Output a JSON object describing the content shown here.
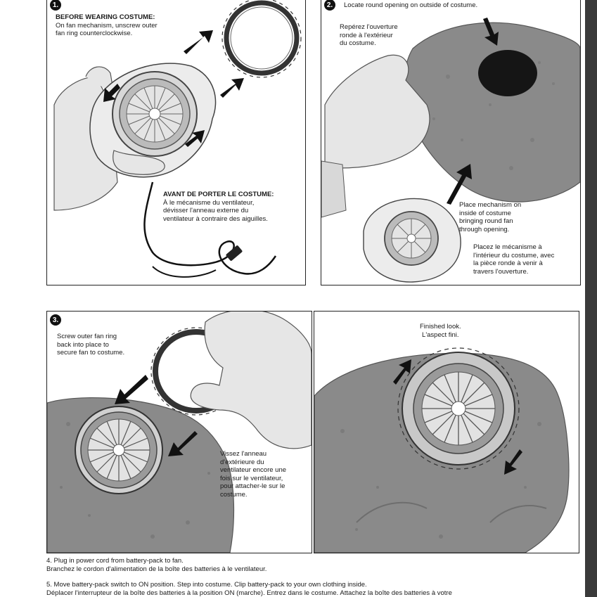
{
  "panels": {
    "p1": {
      "step": "1.",
      "heading_en": "BEFORE WEARING COSTUME:",
      "text_en_1": "On fan mechanism, unscrew outer",
      "text_en_2": "fan ring counterclockwise.",
      "heading_fr": "AVANT DE PORTER LE COSTUME:",
      "text_fr_1": "À le mécanisme du ventilateur,",
      "text_fr_2": "dévisser l'anneau externe du",
      "text_fr_3": "ventilateur à contraire des aiguilles."
    },
    "p2": {
      "step": "2.",
      "text_en_top": "Locate round opening on outside of costume.",
      "text_fr_top_1": "Repérez l'ouverture",
      "text_fr_top_2": "ronde à l'extérieur",
      "text_fr_top_3": "du costume.",
      "text_en_bottom_1": "Place mechanism on",
      "text_en_bottom_2": "inside of costume",
      "text_en_bottom_3": "bringing round fan",
      "text_en_bottom_4": "through opening.",
      "text_fr_bottom_1": "Placez le mécanisme à",
      "text_fr_bottom_2": "l'intérieur du costume, avec",
      "text_fr_bottom_3": "la pièce ronde à venir à",
      "text_fr_bottom_4": "travers l'ouverture."
    },
    "p3": {
      "step": "3.",
      "text_en_1": "Screw outer fan ring",
      "text_en_2": "back into place to",
      "text_en_3": "secure fan to costume.",
      "text_fr_1": "Vissez l'anneau",
      "text_fr_2": "d'extérieure du",
      "text_fr_3": "ventilateur encore une",
      "text_fr_4": "fois sur le ventilateur,",
      "text_fr_5": "pour attacher-le sur le",
      "text_fr_6": "costume."
    },
    "p4": {
      "text_en": "Finished look.",
      "text_fr": "L'aspect fini."
    }
  },
  "steps_text": {
    "s4_en": "4. Plug in power cord from battery-pack to fan.",
    "s4_fr": "Branchez le cordon d'alimentation de la boîte des batteries à le ventilateur.",
    "s5_en": "5. Move battery-pack switch to ON position. Step into costume. Clip battery-pack to your own clothing inside.",
    "s5_fr": "Déplacer l'interrupteur de la boîte des batteries à la position ON (marche). Entrez dans le costume. Attachez la boîte des batteries à votre"
  },
  "colors": {
    "border": "#222222",
    "costume": "#8a8a8a",
    "hand": "#e6e6e6",
    "sidebar": "#3a3a3a"
  }
}
